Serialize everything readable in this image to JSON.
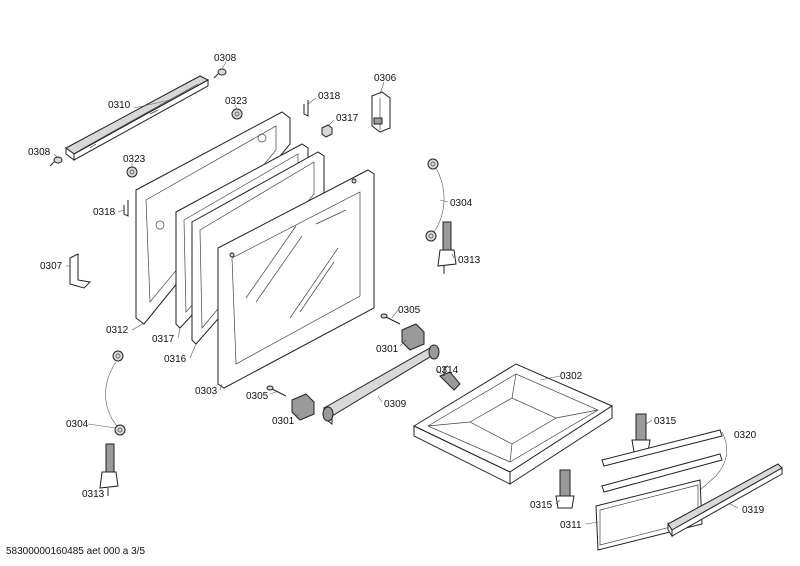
{
  "labels": {
    "l0308a": "0308",
    "l0308b": "0308",
    "l0310": "0310",
    "l0323a": "0323",
    "l0323b": "0323",
    "l0318a": "0318",
    "l0318b": "0318",
    "l0317a": "0317",
    "l0317b": "0317",
    "l0306": "0306",
    "l0307": "0307",
    "l0304a": "0304",
    "l0304b": "0304",
    "l0313a": "0313",
    "l0313b": "0313",
    "l0312": "0312",
    "l0316": "0316",
    "l0303": "0303",
    "l0305a": "0305",
    "l0305b": "0305",
    "l0301a": "0301",
    "l0301b": "0301",
    "l0309": "0309",
    "l0314": "0314",
    "l0302": "0302",
    "l0315a": "0315",
    "l0315b": "0315",
    "l0320": "0320",
    "l0311": "0311",
    "l0319": "0319"
  },
  "footer": "58300000160485 aet 000 a 3/5"
}
